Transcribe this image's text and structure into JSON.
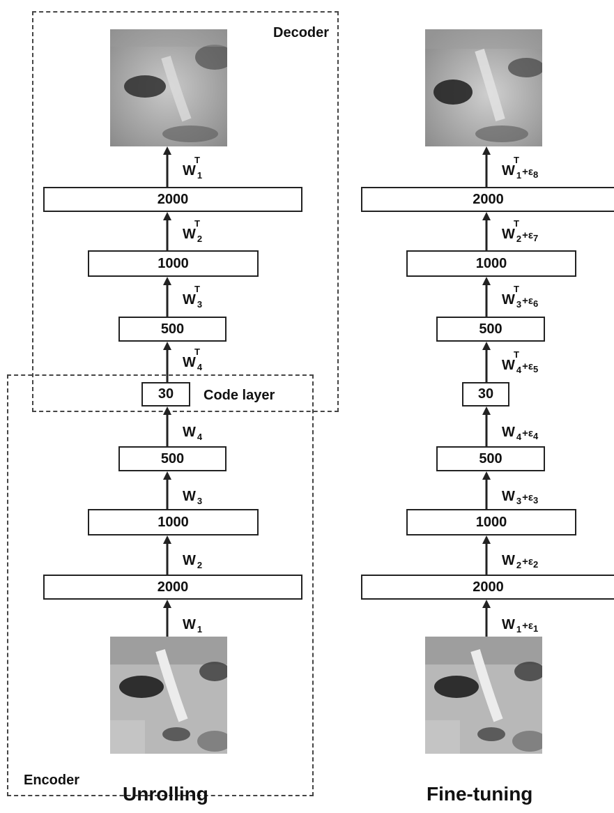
{
  "left": {
    "title": "Unrolling",
    "decoder_label": "Decoder",
    "encoder_label": "Encoder",
    "code_layer_label": "Code layer",
    "layers": {
      "top2000": "2000",
      "top1000": "1000",
      "top500": "500",
      "code": "30",
      "bot500": "500",
      "bot1000": "1000",
      "bot2000": "2000"
    },
    "weights": [
      {
        "base": "W",
        "sup": "T",
        "sub": "1"
      },
      {
        "base": "W",
        "sup": "T",
        "sub": "2"
      },
      {
        "base": "W",
        "sup": "T",
        "sub": "3"
      },
      {
        "base": "W",
        "sup": "T",
        "sub": "4"
      },
      {
        "base": "W",
        "sup": "",
        "sub": "4"
      },
      {
        "base": "W",
        "sup": "",
        "sub": "3"
      },
      {
        "base": "W",
        "sup": "",
        "sub": "2"
      },
      {
        "base": "W",
        "sup": "",
        "sub": "1"
      }
    ]
  },
  "right": {
    "title": "Fine-tuning",
    "layers": {
      "top2000": "2000",
      "top1000": "1000",
      "top500": "500",
      "code": "30",
      "bot500": "500",
      "bot1000": "1000",
      "bot2000": "2000"
    },
    "weights": [
      {
        "base": "W",
        "sup": "T",
        "sub": "1",
        "eps": "+ε",
        "esub": "8"
      },
      {
        "base": "W",
        "sup": "T",
        "sub": "2",
        "eps": "+ε",
        "esub": "7"
      },
      {
        "base": "W",
        "sup": "T",
        "sub": "3",
        "eps": "+ε",
        "esub": "6"
      },
      {
        "base": "W",
        "sup": "T",
        "sub": "4",
        "eps": "+ε",
        "esub": "5"
      },
      {
        "base": "W",
        "sup": "",
        "sub": "4",
        "eps": "+ε",
        "esub": "4"
      },
      {
        "base": "W",
        "sup": "",
        "sub": "3",
        "eps": "+ε",
        "esub": "3"
      },
      {
        "base": "W",
        "sup": "",
        "sub": "2",
        "eps": "+ε",
        "esub": "2"
      },
      {
        "base": "W",
        "sup": "",
        "sub": "1",
        "eps": "+ε",
        "esub": "1"
      }
    ]
  }
}
